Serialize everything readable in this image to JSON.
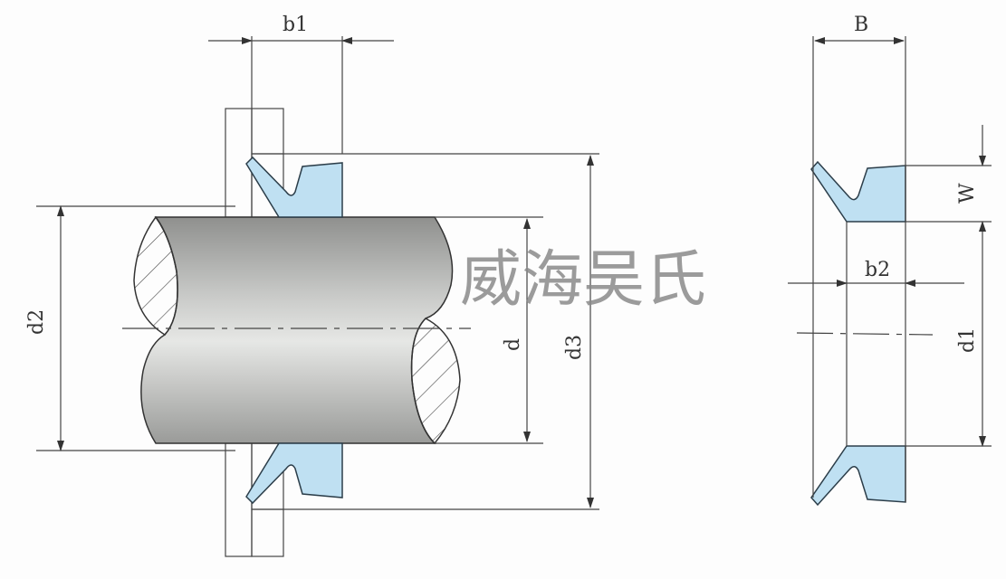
{
  "labels": {
    "b1": "b1",
    "B": "B",
    "W": "W",
    "b2": "b2",
    "d2": "d2",
    "d": "d",
    "d3": "d3",
    "d1": "d1"
  },
  "watermark": "威海吴氏",
  "colors": {
    "seal": "#bfe0f2",
    "shaft": "#a9aaa8",
    "line": "#444444"
  }
}
